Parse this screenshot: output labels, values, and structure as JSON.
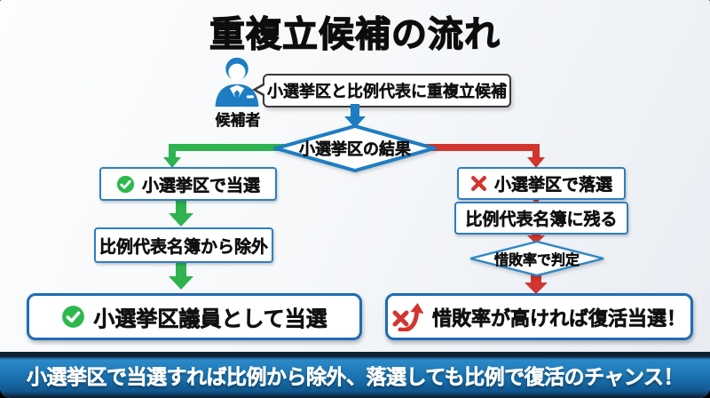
{
  "title": "重複立候補の流れ",
  "actor": {
    "label": "候補者",
    "bubble": "小選挙区と比例代表に重複立候補"
  },
  "decision_main": "小選挙区の結果",
  "win_branch": {
    "step1": "小選挙区で当選",
    "step2": "比例代表名簿から除外",
    "result": "小選挙区議員として当選"
  },
  "lose_branch": {
    "step1": "小選挙区で落選",
    "step2": "比例代表名簿に残る",
    "decision": "惜敗率で判定",
    "result": "惜敗率が高ければ復活当選！"
  },
  "banner": {
    "text": "小選挙区で当選すれば比例から除外、落選しても比例で復活のチャンス！"
  },
  "icons": {
    "candidate": "businessman-icon",
    "win": "check-circle-icon",
    "lose": "x-mark-icon",
    "comeback": "x-with-up-arrow-icon"
  },
  "colors": {
    "blue": "#1d7dc2",
    "green": "#2eb34f",
    "red": "#d23530",
    "banner_navy": "#0f2233",
    "banner_blue": "#1a72af"
  }
}
